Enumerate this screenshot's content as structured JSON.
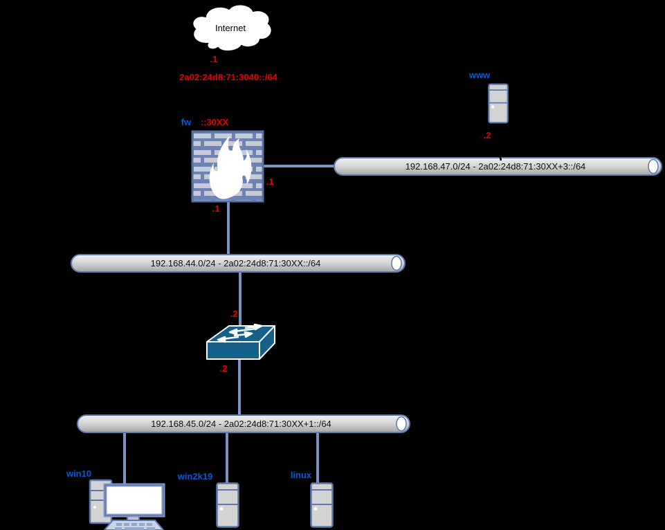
{
  "diagram_title": "network-topology",
  "nodes": {
    "internet": {
      "label": "Internet",
      "interface": ".1"
    },
    "firewall": {
      "label": "fw",
      "address": "::30XX",
      "dmz_interface": ".1",
      "inside_interface": ".1"
    },
    "www": {
      "label": "www",
      "interface": ".2"
    },
    "switch": {
      "uplink_interface": ".2",
      "downlink_interface": ".2"
    },
    "win10": {
      "label": "win10"
    },
    "win2k19": {
      "label": "win2k19"
    },
    "linux": {
      "label": "linux"
    }
  },
  "networks": {
    "wan": {
      "label": "2a02:24d8:71:3040::/64"
    },
    "dmz": {
      "label": "192.168.47.0/24 - 2a02:24d8:71:30XX+3::/64"
    },
    "transit": {
      "label": "192.168.44.0/24 - 2a02:24d8:71:30XX::/64"
    },
    "lan": {
      "label": "192.168.45.0/24 - 2a02:24d8:71:30XX+1::/64"
    }
  },
  "colors": {
    "background": "#000000",
    "host_label_blue": "#0a5ad2",
    "interface_label_red": "#e60000",
    "link_line": "#7b93c1",
    "shape_border": "#5b79ad",
    "switch_fill": "#15618c",
    "firewall_mortar": "#6d83b6",
    "firewall_brick": "#c7cbd8",
    "segment_fill": "#d6d6d6"
  }
}
